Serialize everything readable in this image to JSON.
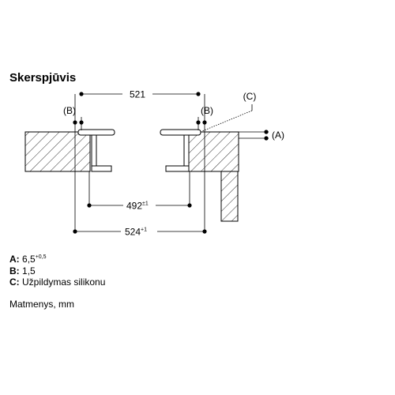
{
  "title": "Skerspjūvis",
  "labels": {
    "B_left": "(B)",
    "B_right": "(B)",
    "C": "(C)",
    "A": "(A)"
  },
  "dimensions": {
    "top": "521",
    "middle": "492",
    "middle_tolerance": "±1",
    "bottom": "524",
    "bottom_tolerance": "+1"
  },
  "legend": [
    {
      "key": "A",
      "text": "6,5",
      "superscript": "+0,5"
    },
    {
      "key": "B",
      "text": "1,5",
      "superscript": ""
    },
    {
      "key": "C",
      "text": "Užpildymas silikonu",
      "superscript": ""
    }
  ],
  "units_note": "Matmenys, mm"
}
